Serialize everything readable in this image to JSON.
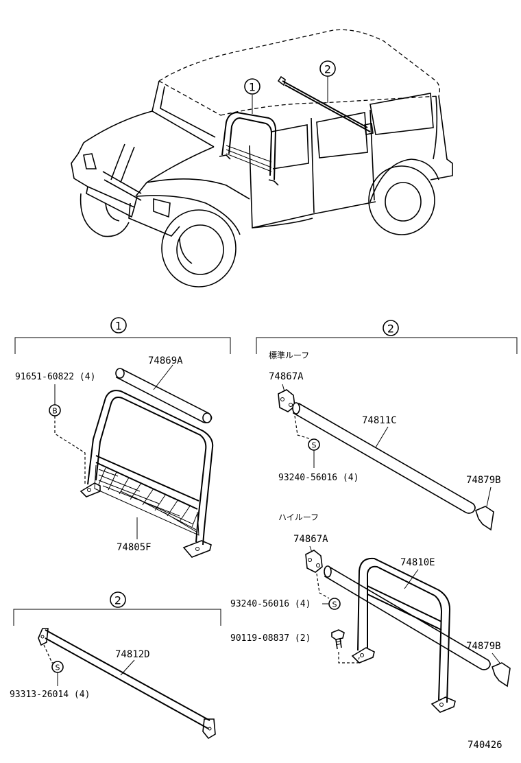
{
  "callouts": {
    "one": "1",
    "two": "2",
    "bolt_b": "B",
    "screw_s": "S"
  },
  "section1": {
    "number": "1",
    "parts": {
      "rail_cover": "74869A",
      "bolt_note": "91651-60822 (4)",
      "roll_bar": "74805F"
    }
  },
  "section2_standard": {
    "number": "2",
    "heading": "標準ルーフ",
    "parts": {
      "bracket": "74867A",
      "pipe": "74811C",
      "screw_note": "93240-56016 (4)",
      "end_cap": "74879B"
    }
  },
  "section2_high": {
    "heading": "ハイルーフ",
    "parts": {
      "bracket": "74867A",
      "pipe": "74810E",
      "screw_note": "93240-56016 (4)",
      "bolt_note": "90119-08837 (2)",
      "end_cap": "74879B"
    }
  },
  "section2_lower": {
    "number": "2",
    "parts": {
      "bar": "74812D",
      "screw_note": "93313-26014 (4)"
    }
  },
  "diagram_id": "740426"
}
